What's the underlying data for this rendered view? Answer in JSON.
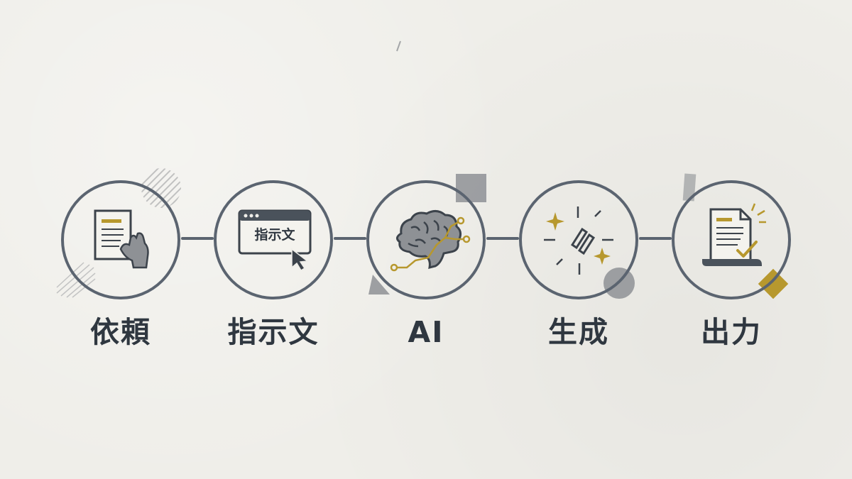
{
  "colors": {
    "background": "#efeee9",
    "line": "#5b6470",
    "accent_gold": "#b7982e",
    "gray": "#8e9195",
    "dark_text": "#2f3740"
  },
  "steps": [
    {
      "label": "依頼",
      "icon": "document-hand-icon"
    },
    {
      "label": "指示文",
      "icon": "browser-cursor-icon",
      "icon_text": "指示文"
    },
    {
      "label": "AI",
      "icon": "brain-network-icon"
    },
    {
      "label": "生成",
      "icon": "sparkle-link-icon"
    },
    {
      "label": "出力",
      "icon": "document-check-icon"
    }
  ]
}
